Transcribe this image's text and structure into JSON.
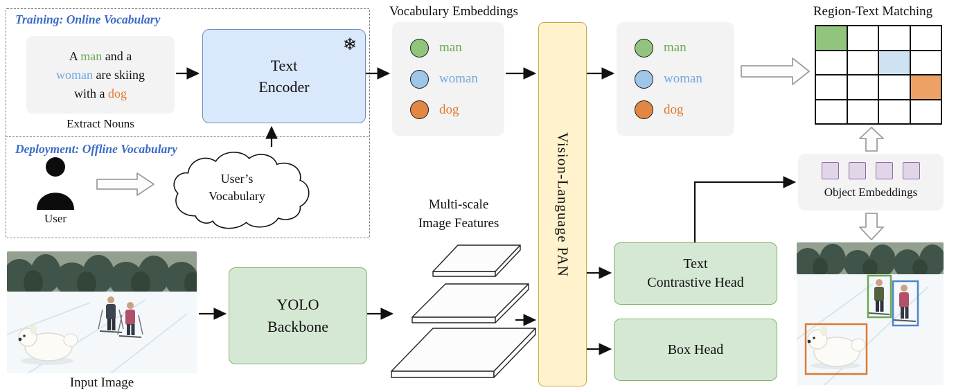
{
  "colors": {
    "man_green": "#6aa84f",
    "woman_blue": "#6fa8dc",
    "dog_orange": "#e0792f",
    "header_blue": "#3a6bc7",
    "encoder_fill": "#dae8fc",
    "encoder_border": "#6c8ebf",
    "green_fill": "#d5e8d4",
    "green_border": "#82b366",
    "pan_fill": "#fff2cc",
    "pan_border": "#c9a84c",
    "purple_fill": "#e1d5e7",
    "purple_border": "#8e6ba8"
  },
  "training_section": {
    "header": "Training: Online Vocabulary",
    "sentence": {
      "l1a": "A ",
      "man": "man",
      "l1b": " and a",
      "woman": "woman",
      "l2b": " are skiing",
      "l3a": "with a ",
      "dog": "dog"
    },
    "extract_nouns_label": "Extract Nouns"
  },
  "deployment_section": {
    "header": "Deployment: Offline Vocabulary",
    "user_label": "User",
    "cloud_line1": "User’s",
    "cloud_line2": "Vocabulary"
  },
  "text_encoder": {
    "line1": "Text",
    "line2": "Encoder",
    "snowflake_icon": "❄"
  },
  "vocabulary_embeddings": {
    "title": "Vocabulary Embeddings",
    "items": [
      {
        "label": "man",
        "color": "#6aa84f"
      },
      {
        "label": "woman",
        "color": "#6fa8dc"
      },
      {
        "label": "dog",
        "color": "#e0792f"
      }
    ]
  },
  "pan": {
    "label": "Vision-Language PAN"
  },
  "region_text_matching": {
    "title": "Region-Text Matching",
    "grid": {
      "rows": 4,
      "cols": 4,
      "colored_cells": [
        {
          "row": 0,
          "col": 0,
          "color": "#93c47d"
        },
        {
          "row": 1,
          "col": 2,
          "color": "#cfe2f3"
        },
        {
          "row": 2,
          "col": 3,
          "color": "#eda166"
        }
      ]
    }
  },
  "object_embeddings": {
    "label": "Object Embeddings",
    "square_count": 4
  },
  "heads": {
    "text_contrastive_line1": "Text",
    "text_contrastive_line2": "Contrastive Head",
    "box_head": "Box Head"
  },
  "backbone": {
    "line1": "YOLO",
    "line2": "Backbone"
  },
  "multiscale": {
    "line1": "Multi-scale",
    "line2": "Image Features"
  },
  "input_image_label": "Input Image"
}
